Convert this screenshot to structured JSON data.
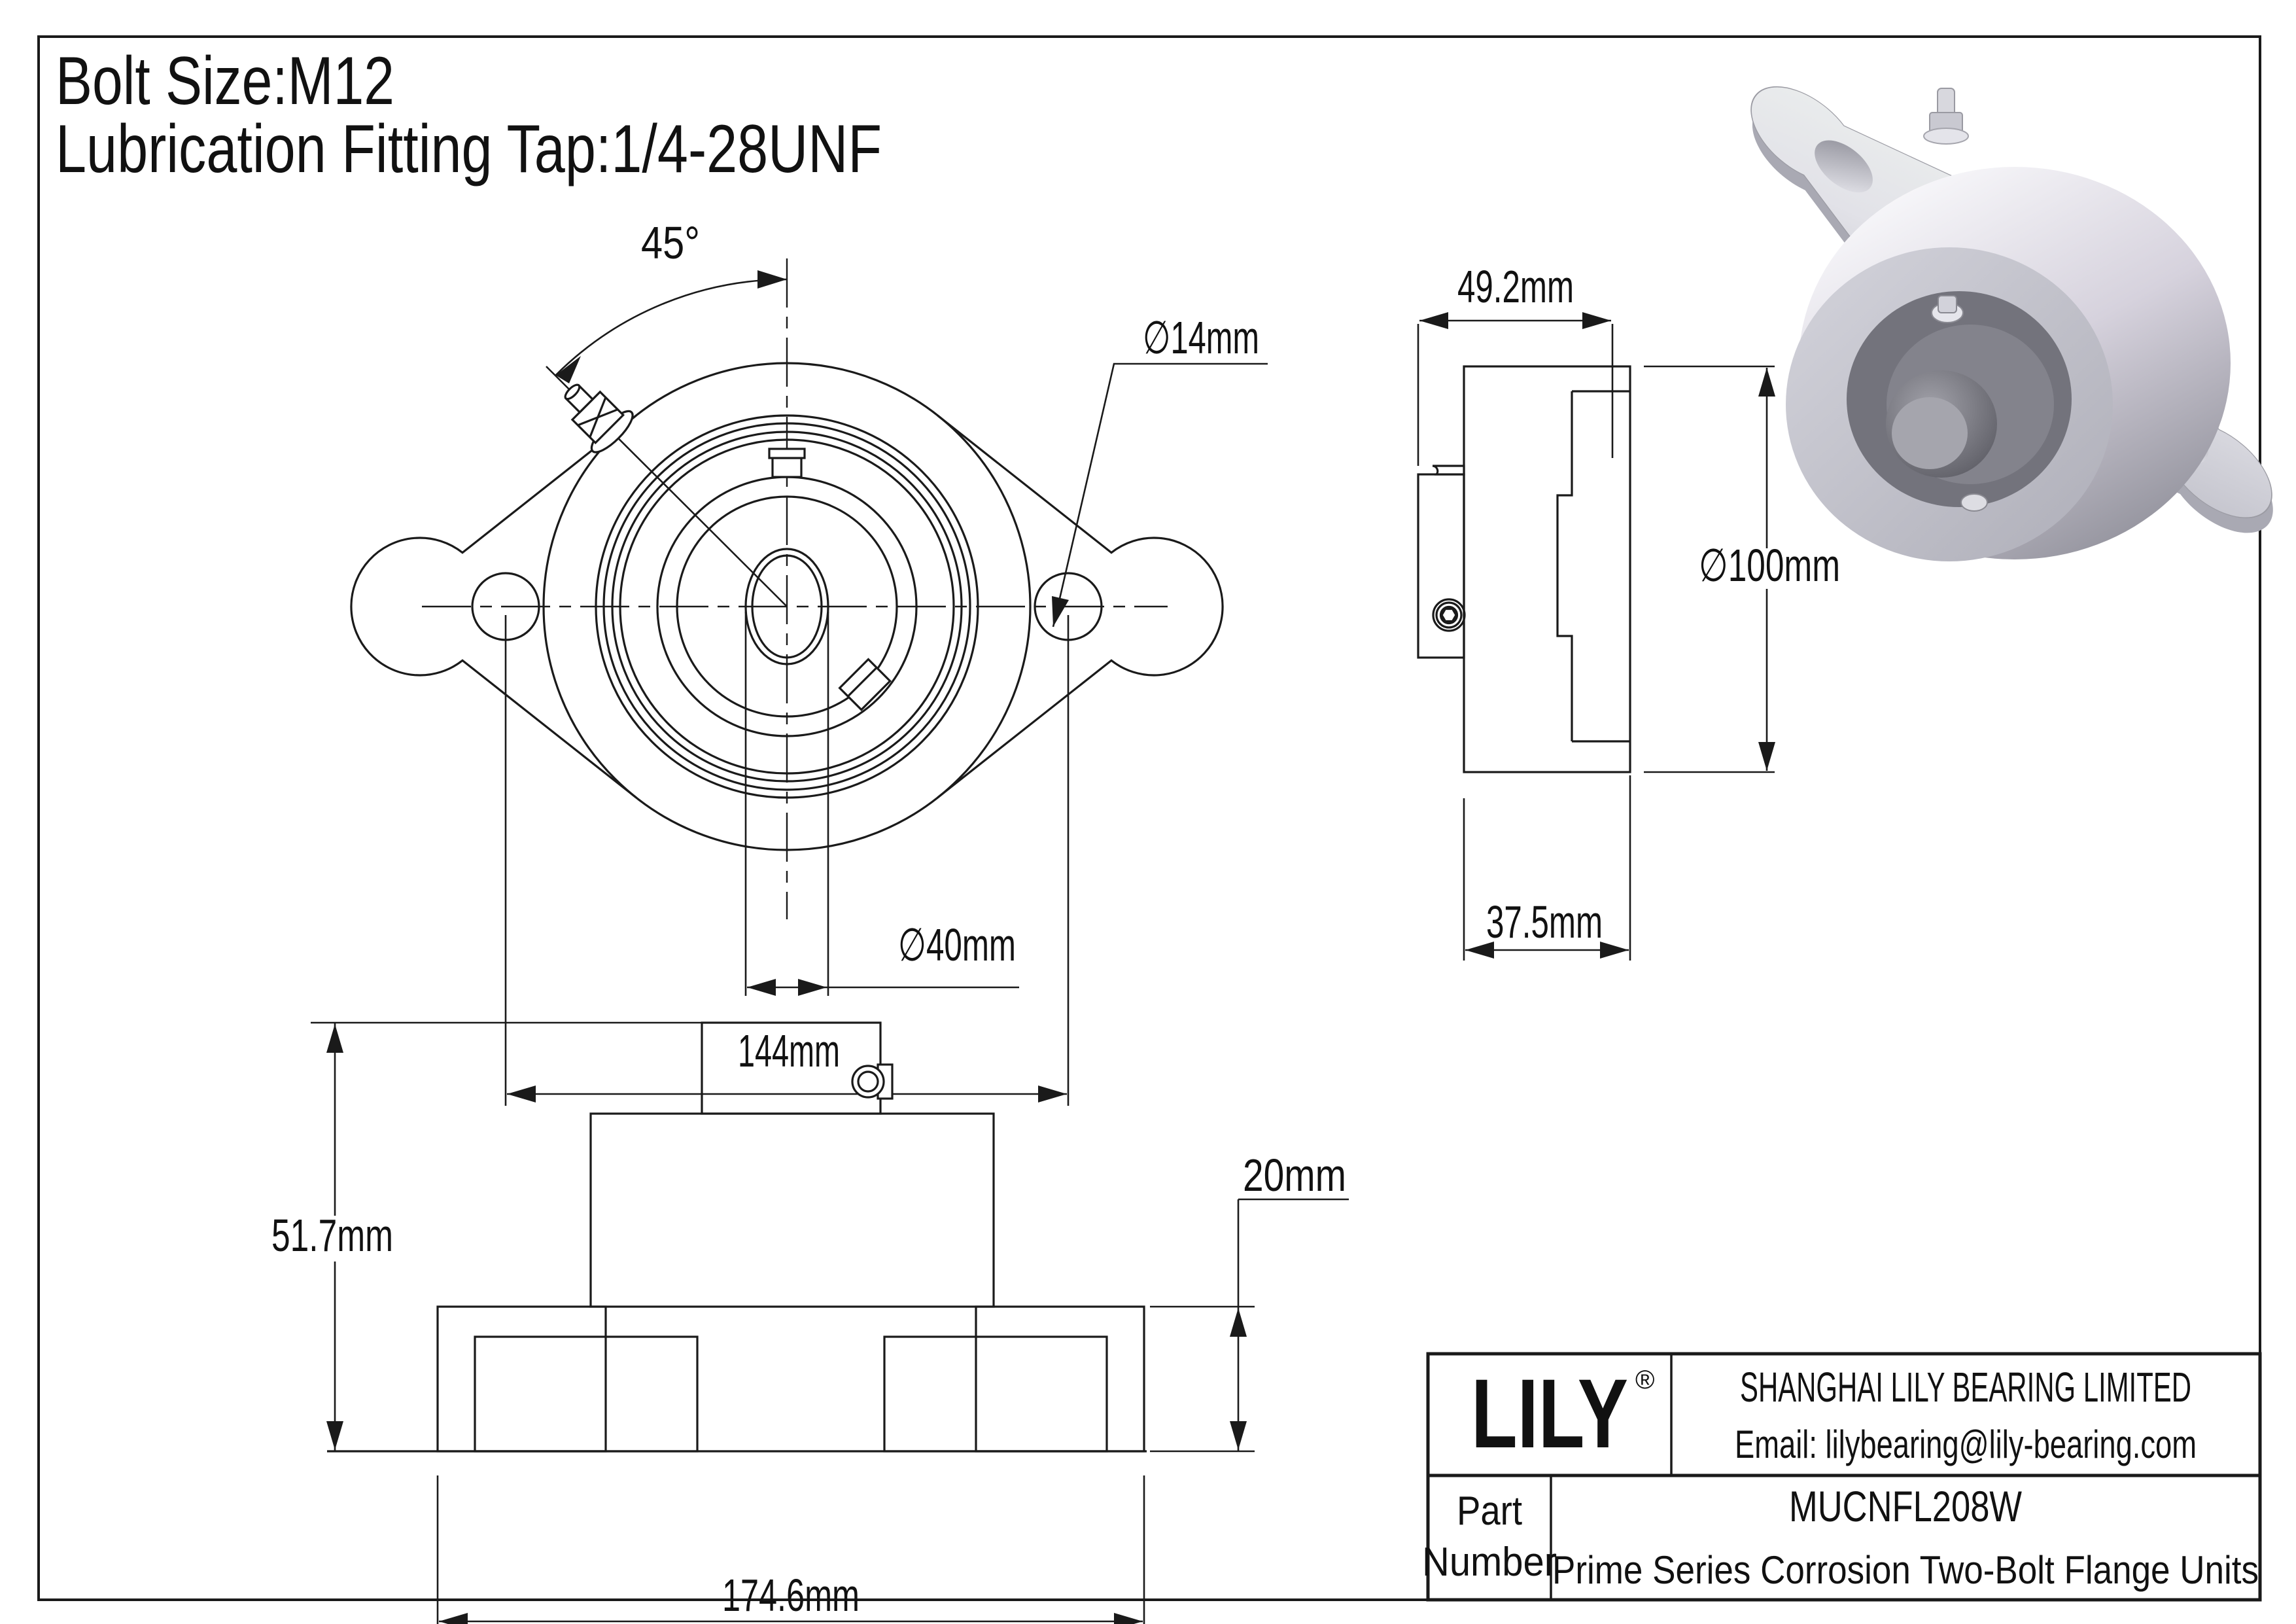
{
  "header": {
    "line1": "Bolt Size:M12",
    "line2": "Lubrication Fitting Tap:1/4-28UNF"
  },
  "front_view": {
    "angle_label": "45°",
    "bolt_hole_dia_label": "∅14mm",
    "bore_dia_label": "∅40mm",
    "bolt_spacing_label": "144mm"
  },
  "side_view": {
    "width_label": "49.2mm",
    "housing_dia_label": "∅100mm",
    "base_width_label": "37.5mm"
  },
  "bottom_view": {
    "height_label": "51.7mm",
    "flange_thickness_label": "20mm",
    "total_width_label": "174.6mm"
  },
  "title_block": {
    "logo": "LILY",
    "registered": "®",
    "company": "SHANGHAI LILY BEARING LIMITED",
    "email": "Email: lilybearing@lily-bearing.com",
    "part_label_line1": "Part",
    "part_label_line2": "Number",
    "part_number": "MUCNFL208W",
    "series": "Prime Series Corrosion Two-Bolt Flange Units"
  },
  "colors": {
    "line": "#1a1a1a",
    "background": "#ffffff",
    "metal_light": "#f4f4f6",
    "metal_mid": "#c6c6ce",
    "metal_dark": "#8f8f99",
    "insert_dark": "#6b6b74"
  }
}
